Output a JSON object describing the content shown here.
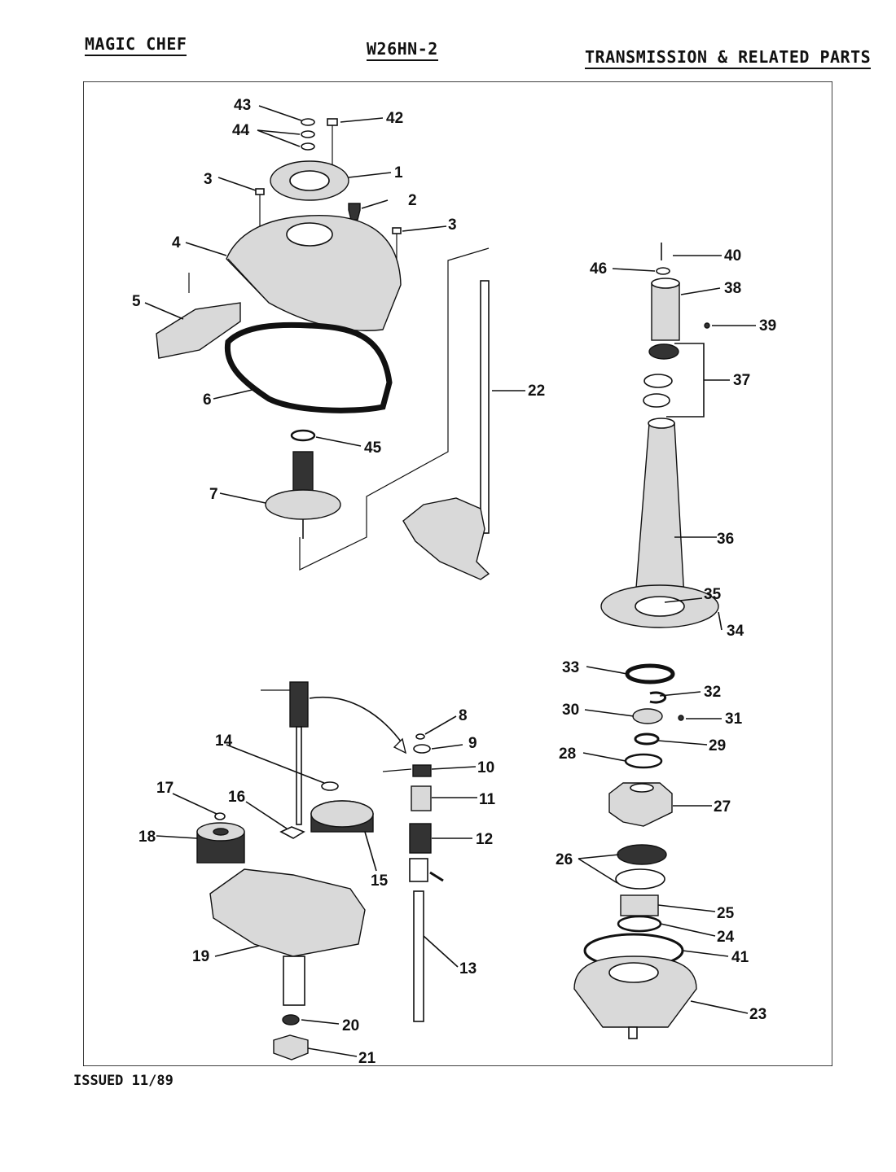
{
  "header": {
    "brand": "MAGIC CHEF",
    "model": "W26HN-2",
    "section": "TRANSMISSION & RELATED PARTS"
  },
  "footer": {
    "issued": "ISSUED 11/89"
  },
  "labels": {
    "l1": "1",
    "l2": "2",
    "l3a": "3",
    "l3b": "3",
    "l4": "4",
    "l5": "5",
    "l6": "6",
    "l7": "7",
    "l8": "8",
    "l9": "9",
    "l10": "10",
    "l11": "11",
    "l12": "12",
    "l13": "13",
    "l14": "14",
    "l15": "15",
    "l16": "16",
    "l17": "17",
    "l18": "18",
    "l19": "19",
    "l20": "20",
    "l21": "21",
    "l22": "22",
    "l23": "23",
    "l24": "24",
    "l25": "25",
    "l26": "26",
    "l27": "27",
    "l28": "28",
    "l29": "29",
    "l30": "30",
    "l31": "31",
    "l32": "32",
    "l33": "33",
    "l34": "34",
    "l35": "35",
    "l36": "36",
    "l37": "37",
    "l38": "38",
    "l39": "39",
    "l40": "40",
    "l41": "41",
    "l42": "42",
    "l43": "43",
    "l44": "44",
    "l45": "45",
    "l46": "46"
  }
}
